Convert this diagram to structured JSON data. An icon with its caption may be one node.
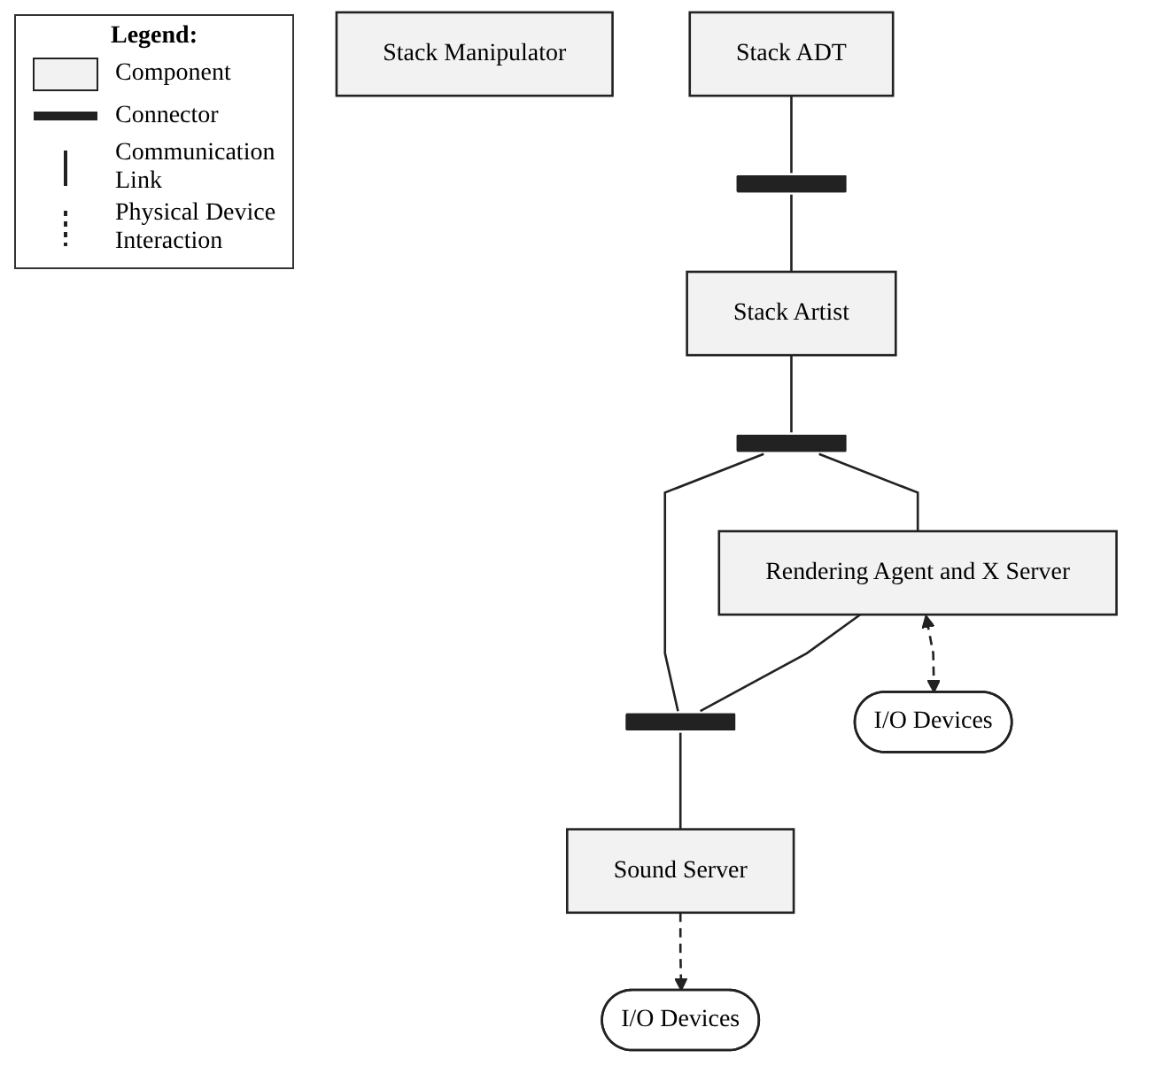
{
  "diagram": {
    "nodes": [
      {
        "text": [
          "Stack Manipulator"
        ]
      },
      {
        "text": [
          "Stack ADT"
        ]
      },
      {
        "text": [],
        "shape": "bar"
      },
      {
        "text": [
          "Stack Artist"
        ]
      },
      {
        "text": [],
        "shape": "bar"
      },
      {
        "text": [
          "Rendering Agent and X Server"
        ]
      },
      {
        "text": [],
        "shape": "bar"
      },
      {
        "text": [
          "Sound Server"
        ]
      },
      {
        "text": [
          "I/O Devices"
        ]
      },
      {
        "text": [
          "I/O Devices"
        ]
      }
    ],
    "edges": [
      {
        "from": 1,
        "to": 2,
        "arrow": "none"
      },
      {
        "from": 2,
        "to": 3,
        "arrow": "none"
      },
      {
        "from": 3,
        "to": 4,
        "arrow": "none"
      },
      {
        "from": 4,
        "to": 5,
        "arrow": "none"
      },
      {
        "from": 4,
        "to": 6,
        "arrow": "none"
      },
      {
        "from": 5,
        "to": 6,
        "arrow": "none"
      },
      {
        "from": 6,
        "to": 7,
        "arrow": "none"
      },
      {
        "from": 5,
        "to": 8,
        "arrow": "both",
        "style": "dashed"
      },
      {
        "from": 7,
        "to": 9,
        "arrow": "to",
        "style": "dashed"
      }
    ],
    "labels": [
      "Legend:"
    ],
    "legend": [
      {
        "text": "Component"
      },
      {
        "text": "Connector"
      },
      {
        "text": "Communication Link"
      },
      {
        "text": "Physical Device Interaction"
      }
    ]
  }
}
